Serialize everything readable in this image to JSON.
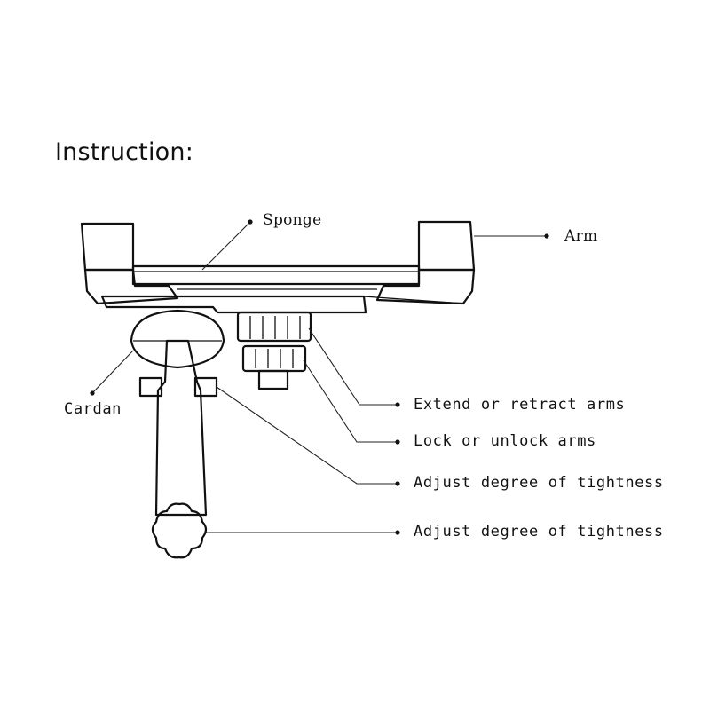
{
  "title": "Instruction:",
  "labels": {
    "sponge": "Sponge",
    "arm": "Arm",
    "cardan": "Cardan",
    "extend": "Extend or retract arms",
    "lock": "Lock or unlock arms",
    "tight1": "Adjust degree of tightness",
    "tight2": "Adjust degree of tightness"
  }
}
